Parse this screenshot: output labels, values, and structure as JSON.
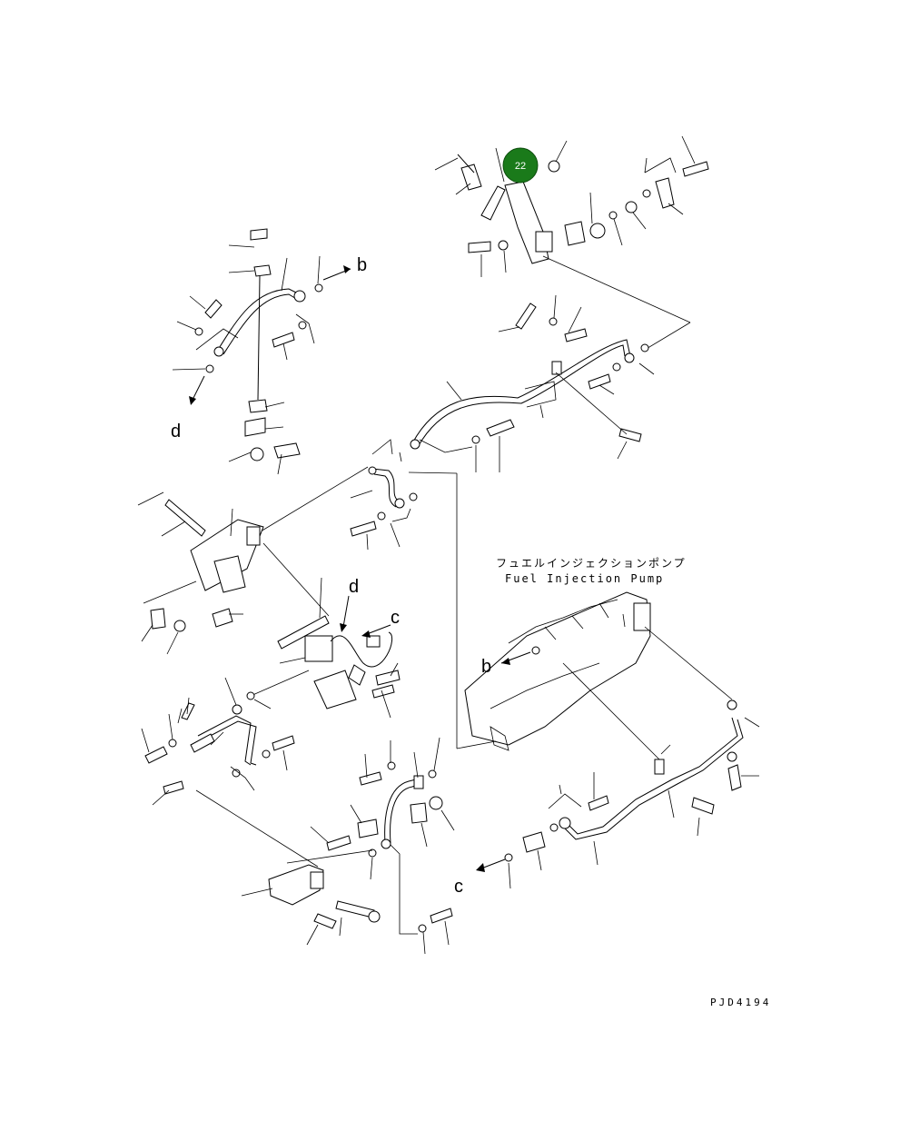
{
  "caption": {
    "jp": "フュエルインジェクションポンプ",
    "en": "Fuel Injection Pump"
  },
  "drawing_code": "PJD4194",
  "callouts": {
    "b_top": "b",
    "d_left": "d",
    "d_mid": "d",
    "c_mid": "c",
    "b_pump": "b",
    "c_bottom": "c"
  },
  "highlight": {
    "number": "22",
    "color": "#1a7a1a"
  }
}
